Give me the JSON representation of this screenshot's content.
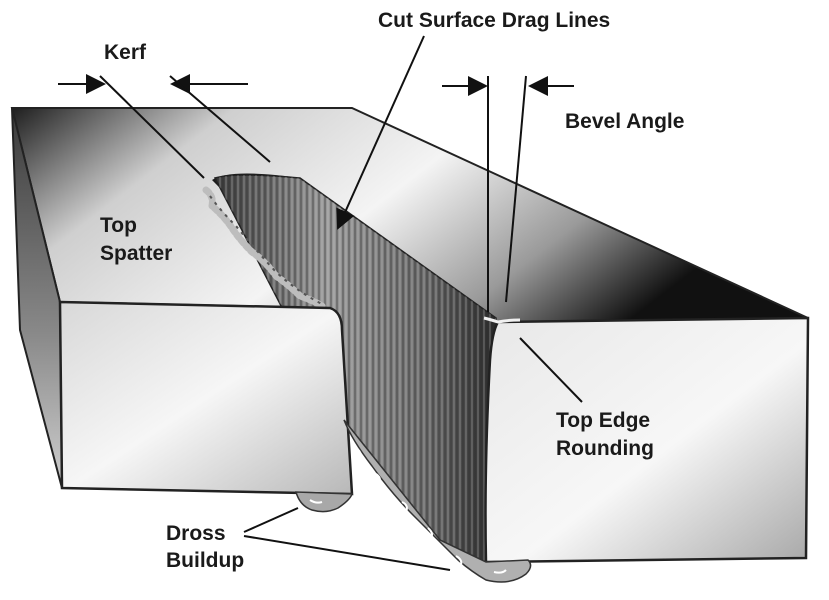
{
  "labels": {
    "kerf": "Kerf",
    "drag_lines": "Cut Surface Drag Lines",
    "bevel_angle": "Bevel Angle",
    "top_spatter_1": "Top",
    "top_spatter_2": "Spatter",
    "top_edge_1": "Top Edge",
    "top_edge_2": "Rounding",
    "dross_1": "Dross",
    "dross_2": "Buildup"
  }
}
